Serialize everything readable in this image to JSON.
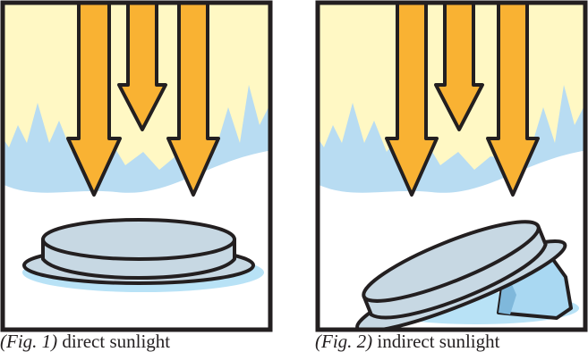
{
  "colors": {
    "sky": "#fff8c4",
    "trees": "#b8dcf2",
    "snow": "#ffffff",
    "arrow": "#f9b233",
    "outline": "#231f20",
    "dish": "#c7d8e3",
    "shadow": "#b8e2f6",
    "rock": "#a9d8f2"
  },
  "panels": [
    {
      "name": "direct",
      "caption_ref": "(Fig. 1)",
      "caption_text": " direct sunlight"
    },
    {
      "name": "indirect",
      "caption_ref": "(Fig. 2)",
      "caption_text": " indirect sunlight"
    }
  ]
}
